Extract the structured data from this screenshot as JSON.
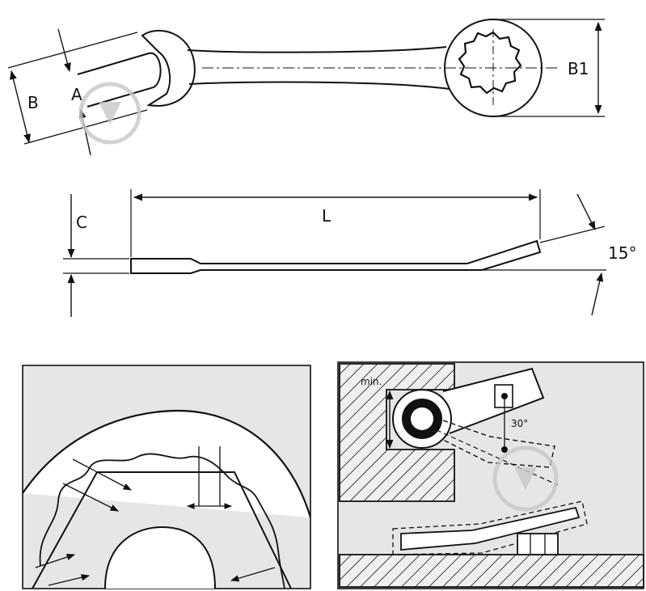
{
  "top_view": {
    "label_b": "B",
    "label_a": "A",
    "label_b1": "B1"
  },
  "side_view": {
    "label_c": "C",
    "label_l": "L",
    "angle_label": "15°"
  },
  "clearance_view": {
    "min_label": "min.",
    "angle_label": "30°"
  },
  "colors": {
    "line": "#111111",
    "panel": "#e6e6e6",
    "watermark": "#c8c8c8"
  }
}
